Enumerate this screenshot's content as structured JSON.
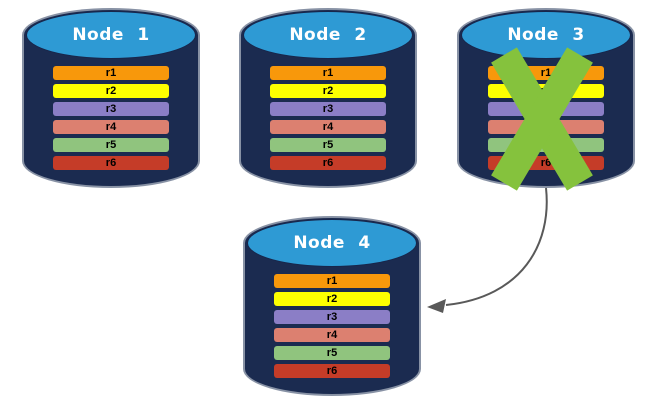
{
  "diagram": {
    "description": "Four database nodes with replica rows; failed node data moves to new node",
    "failed_node": "Node 3",
    "arrow": {
      "from": "Node 3",
      "to": "Node 4"
    }
  },
  "colors": {
    "cylinder_body": "#1B2B50",
    "cylinder_top": "#2E9AD4",
    "failure_x": "#85C23D",
    "arrow": "#595959"
  },
  "icons": {
    "failure": "x-cross-icon",
    "migration": "curved-arrow-icon"
  },
  "nodes": [
    {
      "title": "Node 1",
      "failed": false,
      "rows": [
        {
          "label": "r1",
          "color": "#F8980B"
        },
        {
          "label": "r2",
          "color": "#FDFF00"
        },
        {
          "label": "r3",
          "color": "#8B7EC6"
        },
        {
          "label": "r4",
          "color": "#DC8070"
        },
        {
          "label": "r5",
          "color": "#90C47E"
        },
        {
          "label": "r6",
          "color": "#C53C28"
        }
      ]
    },
    {
      "title": "Node 2",
      "failed": false,
      "rows": [
        {
          "label": "r1",
          "color": "#F8980B"
        },
        {
          "label": "r2",
          "color": "#FDFF00"
        },
        {
          "label": "r3",
          "color": "#8B7EC6"
        },
        {
          "label": "r4",
          "color": "#DC8070"
        },
        {
          "label": "r5",
          "color": "#90C47E"
        },
        {
          "label": "r6",
          "color": "#C53C28"
        }
      ]
    },
    {
      "title": "Node 3",
      "failed": true,
      "rows": [
        {
          "label": "r1",
          "color": "#F8980B"
        },
        {
          "label": "r2",
          "color": "#FDFF00"
        },
        {
          "label": "r3",
          "color": "#8B7EC6"
        },
        {
          "label": "r4",
          "color": "#DC8070"
        },
        {
          "label": "r5",
          "color": "#90C47E"
        },
        {
          "label": "r6",
          "color": "#C53C28"
        }
      ]
    },
    {
      "title": "Node 4",
      "failed": false,
      "rows": [
        {
          "label": "r1",
          "color": "#F8980B"
        },
        {
          "label": "r2",
          "color": "#FDFF00"
        },
        {
          "label": "r3",
          "color": "#8B7EC6"
        },
        {
          "label": "r4",
          "color": "#DC8070"
        },
        {
          "label": "r5",
          "color": "#90C47E"
        },
        {
          "label": "r6",
          "color": "#C53C28"
        }
      ]
    }
  ]
}
